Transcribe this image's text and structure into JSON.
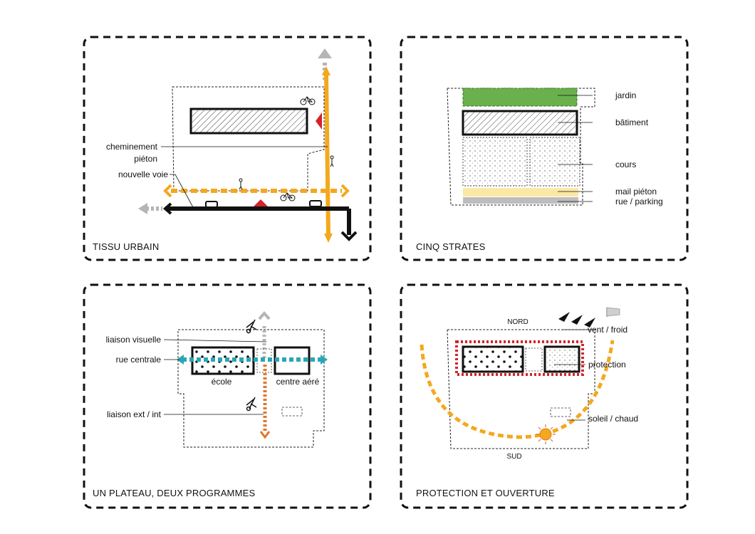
{
  "panels": {
    "tissu": {
      "title": "TISSU URBAIN",
      "labels": {
        "cheminement_1": "cheminement",
        "cheminement_2": "piéton",
        "nouvelle_voie": "nouvelle voie"
      }
    },
    "strates": {
      "title": "CINQ STRATES",
      "labels": {
        "jardin": "jardin",
        "batiment": "bâtiment",
        "cours": "cours",
        "mail": "mail piéton",
        "rue": "rue / parking"
      }
    },
    "plateau": {
      "title": "UN PLATEAU, DEUX PROGRAMMES",
      "labels": {
        "liaison_visuelle": "liaison visuelle",
        "rue_centrale": "rue centrale",
        "ecole": "école",
        "centre": "centre aéré",
        "liaison_ext": "liaison ext / int"
      }
    },
    "protection": {
      "title": "PROTECTION ET OUVERTURE",
      "labels": {
        "nord": "NORD",
        "vent": "vent / froid",
        "protection": "protection",
        "soleil": "soleil / chaud",
        "sud": "SUD"
      }
    }
  },
  "colors": {
    "orange": "#f4a81d",
    "green": "#6ab04c",
    "red": "#d4232b",
    "teal": "#2aa6b5",
    "dark_orange": "#e0762a",
    "grey_arrow": "#b5b5b5",
    "yellow_band": "#fbe8a6",
    "grey_band": "#bdbdbd"
  },
  "icons": [
    "bicycle-icon",
    "pedestrian-icon",
    "car-icon",
    "tree-icon",
    "wind-icon",
    "sun-icon",
    "windsock-icon"
  ]
}
